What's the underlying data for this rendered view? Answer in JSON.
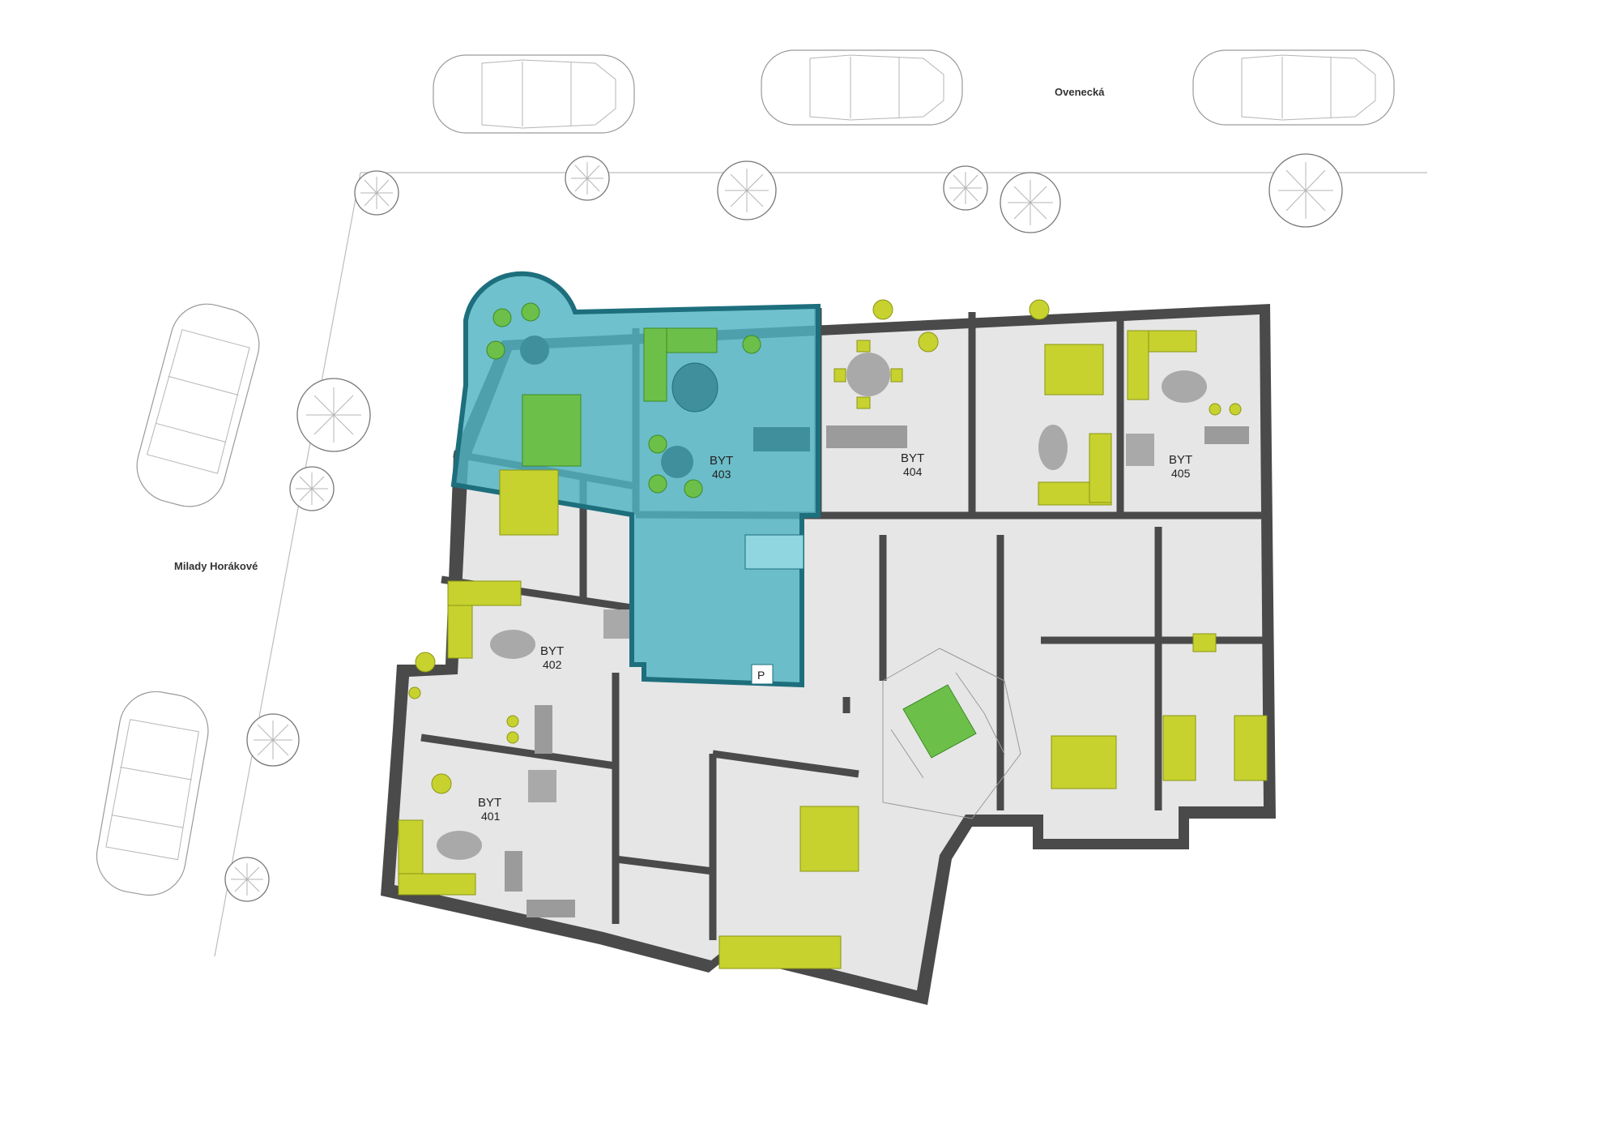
{
  "streets": {
    "top": "Ovenecká",
    "left": "Milady Horákové"
  },
  "units": [
    {
      "id": "401",
      "line1": "BYT",
      "line2": "401"
    },
    {
      "id": "402",
      "line1": "BYT",
      "line2": "402"
    },
    {
      "id": "403",
      "line1": "BYT",
      "line2": "403"
    },
    {
      "id": "404",
      "line1": "BYT",
      "line2": "404"
    },
    {
      "id": "405",
      "line1": "BYT",
      "line2": "405"
    }
  ],
  "markers": {
    "parking": "P"
  },
  "colors": {
    "highlight_fill": "#4fb3c2",
    "highlight_edge": "#1e6f7d",
    "furniture_yellow": "#c7d22f",
    "furniture_green": "#6cc04a",
    "wall": "#4a4a4a",
    "floor": "#e6e6e6"
  }
}
